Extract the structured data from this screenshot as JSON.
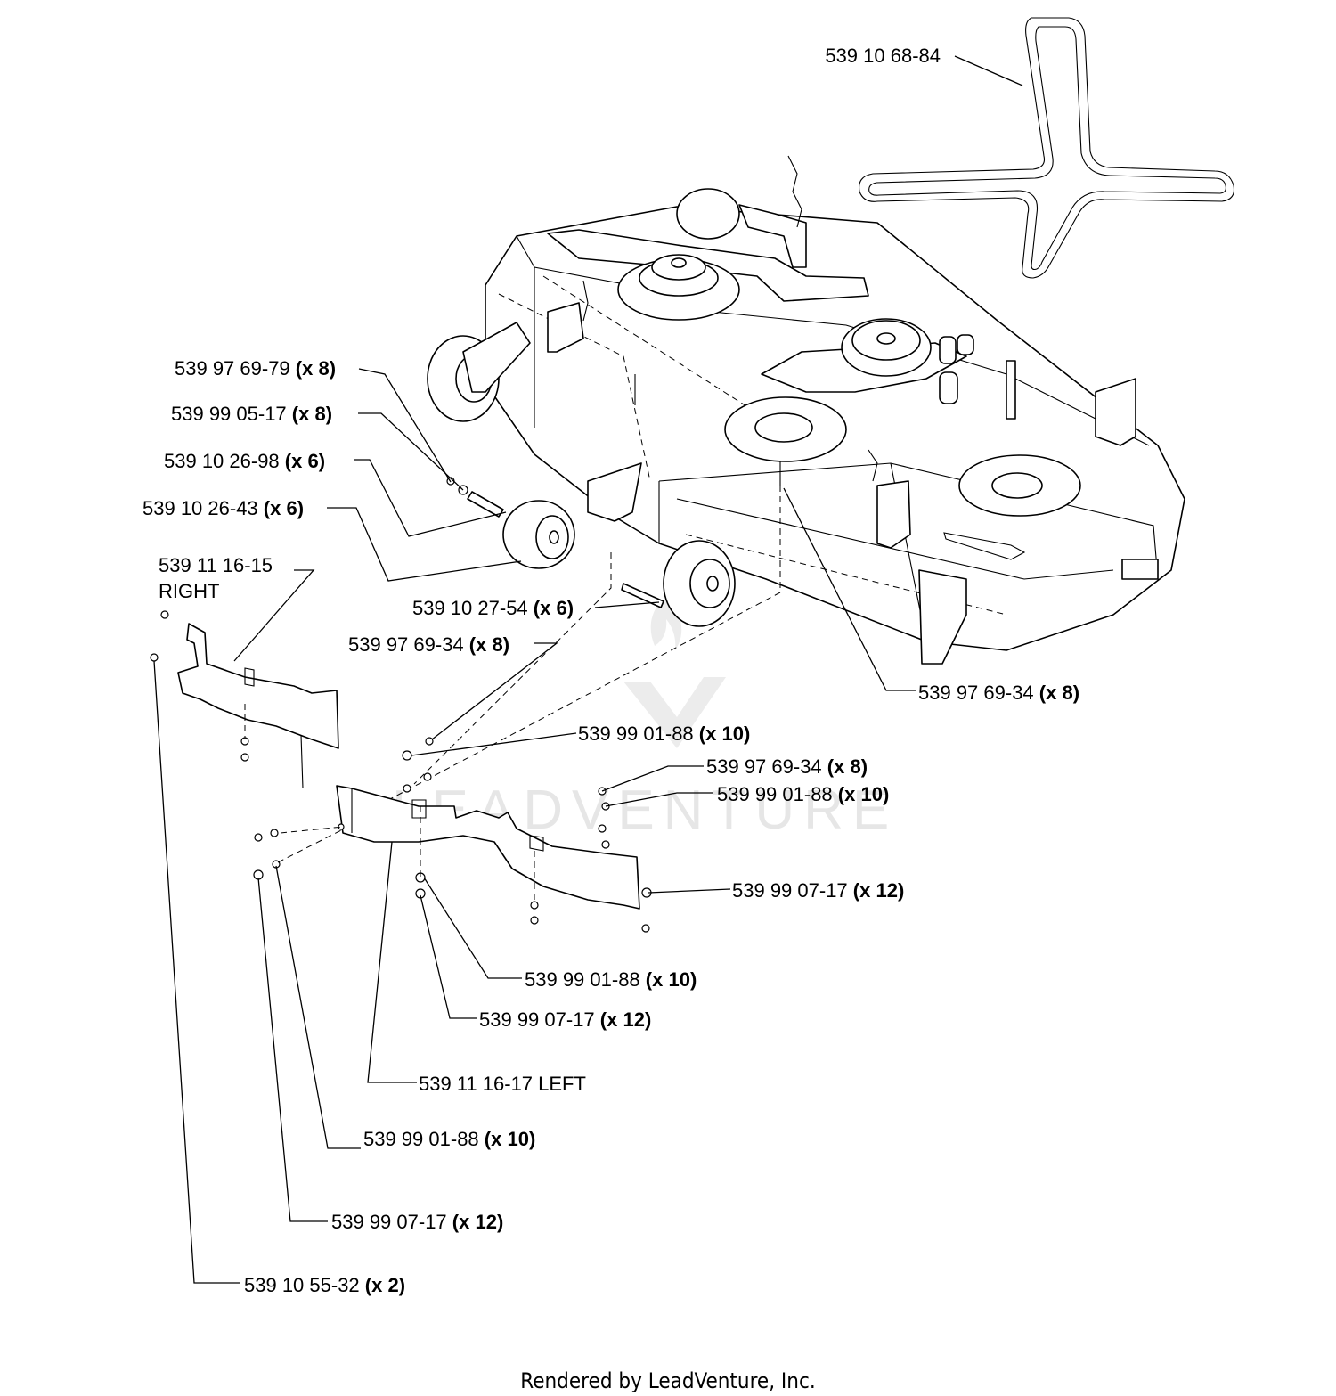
{
  "watermark": {
    "text": "LEADVENTURE",
    "color": "#e6e6e6"
  },
  "footer": {
    "text": "Rendered by LeadVenture, Inc."
  },
  "labels": [
    {
      "part": "539 10 68-84",
      "qty": ""
    },
    {
      "part": "539 97 69-79",
      "qty": "(x 8)"
    },
    {
      "part": "539 99 05-17",
      "qty": "(x 8)"
    },
    {
      "part": "539 10 26-98",
      "qty": "(x 6)"
    },
    {
      "part": "539 10 26-43",
      "qty": "(x 6)"
    },
    {
      "part": "539 11 16-15",
      "qty": ""
    },
    {
      "part": "RIGHT",
      "qty": ""
    },
    {
      "part": "539 10 27-54",
      "qty": "(x 6)"
    },
    {
      "part": "539 97 69-34",
      "qty": "(x 8)"
    },
    {
      "part": "539 97 69-34",
      "qty": "(x 8)"
    },
    {
      "part": "539 99 01-88",
      "qty": "(x 10)"
    },
    {
      "part": "539 97 69-34",
      "qty": "(x 8)"
    },
    {
      "part": "539 99 01-88",
      "qty": "(x 10)"
    },
    {
      "part": "539 99 07-17",
      "qty": "(x 12)"
    },
    {
      "part": "539 99 01-88",
      "qty": "(x 10)"
    },
    {
      "part": "539 99 07-17",
      "qty": "(x 12)"
    },
    {
      "part": "539 11 16-17 LEFT",
      "qty": ""
    },
    {
      "part": "539 99 01-88",
      "qty": "(x 10)"
    },
    {
      "part": "539 99 07-17",
      "qty": "(x 12)"
    },
    {
      "part": "539 10 55-32",
      "qty": "(x 2)"
    }
  ]
}
